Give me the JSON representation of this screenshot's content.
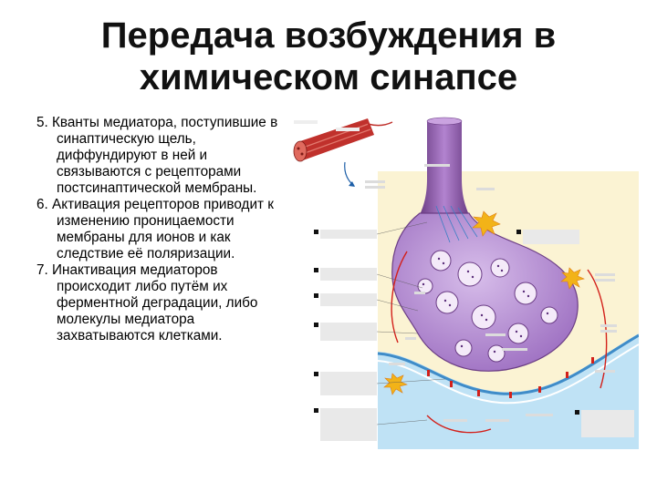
{
  "slide": {
    "title_line1": "Передача возбуждения в",
    "title_line2": "химическом синапсе"
  },
  "points": [
    {
      "num": "5.",
      "text": "Кванты медиатора, поступившие в синаптическую щель, диффундируют в ней и связываются с рецепторами постсинаптической мембраны."
    },
    {
      "num": "6.",
      "text": "Активация рецепторов приводит к изменению проницаемости мембраны для ионов и как следствие её поляризации."
    },
    {
      "num": "7.",
      "text": "Инактивация медиаторов происходит либо путём их ферментной деградации, либо молекулы медиатора захватываются клетками."
    }
  ],
  "figure": {
    "colors": {
      "background": "#fbf3d3",
      "terminal": "#b58ad6",
      "axon": "#8e5aa6",
      "postsynaptic": "#5aa8dc",
      "muscle": "#c0312c",
      "spark": "#f2b318"
    }
  }
}
